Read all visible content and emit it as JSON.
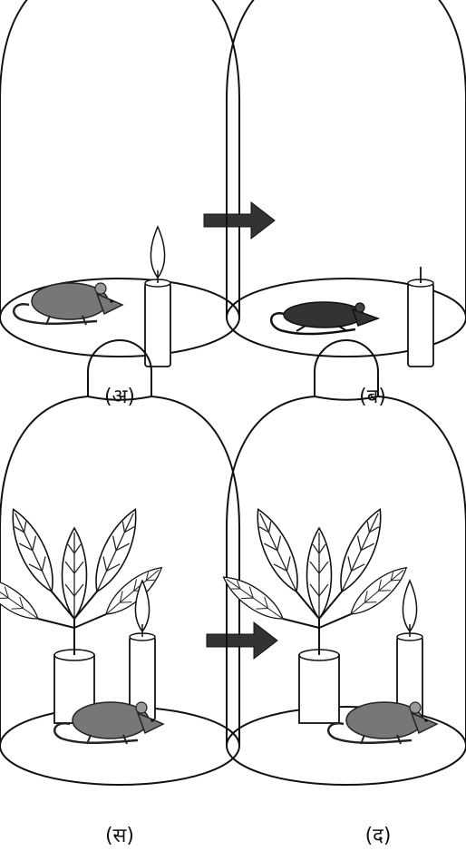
{
  "panels": [
    {
      "id": "a",
      "label": "(अ)",
      "contents": [
        "mouse",
        "candle-lit"
      ]
    },
    {
      "id": "b",
      "label": "(ब)",
      "contents": [
        "mouse-dead",
        "candle-out"
      ]
    },
    {
      "id": "c",
      "label": "(स)",
      "contents": [
        "plant",
        "mouse",
        "candle-lit"
      ]
    },
    {
      "id": "d",
      "label": "(द)",
      "contents": [
        "plant",
        "mouse",
        "candle-lit"
      ]
    }
  ],
  "arrows": [
    "arrow-a-to-b",
    "arrow-c-to-d"
  ]
}
